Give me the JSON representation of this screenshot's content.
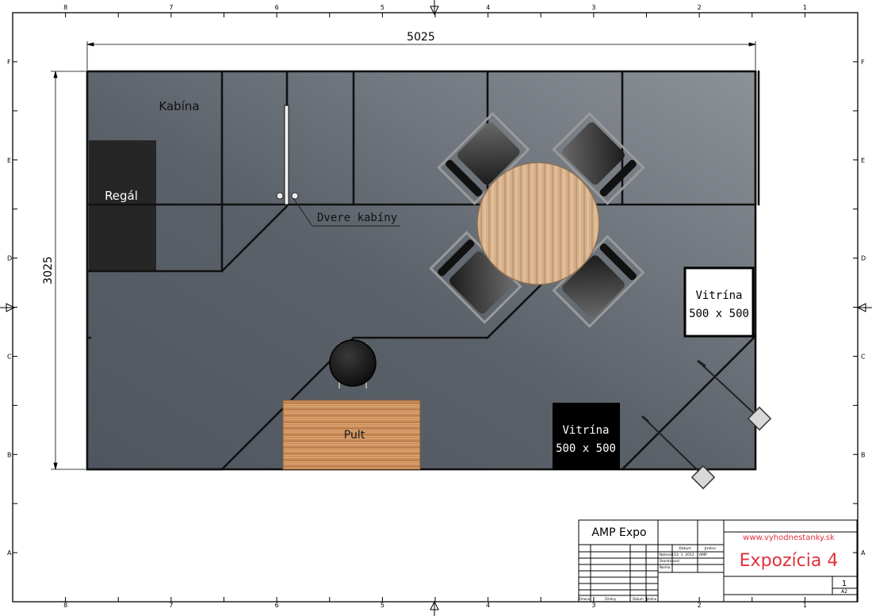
{
  "frame": {
    "column_labels": [
      "8",
      "7",
      "6",
      "5",
      "4",
      "3",
      "2",
      "1"
    ],
    "row_labels": [
      "F",
      "E",
      "D",
      "C",
      "B",
      "A"
    ]
  },
  "dimensions": {
    "width": "5025",
    "height": "3025"
  },
  "labels": {
    "cabin": "Kabína",
    "shelf": "Regál",
    "cabin_door": "Dvere kabíny",
    "vitrine_right_title": "Vitrína",
    "vitrine_right_size": "500 x 500",
    "vitrine_bottom_title": "Vitrína",
    "vitrine_bottom_size": "500 x 500",
    "counter": "Pult"
  },
  "title_block": {
    "company": "AMP Expo",
    "website": "www.vyhodnestanky.sk",
    "title": "Expozícia 4",
    "sheet_number": "1",
    "format": "A2",
    "col_date_header": "Datum",
    "col_name_header": "Jméno",
    "row1_label": "Nakreslil",
    "row1_date": "23. 1. 2012",
    "row1_name": "AMP",
    "row2_label": "Skontroloval",
    "row3_label": "Norma",
    "bottom_col1": "Zmena",
    "bottom_col2": "Změny",
    "bottom_col3": "Datum",
    "bottom_col4": "Jméno"
  },
  "colors": {
    "floor_dark": "#50565f",
    "floor_light": "#8b9098",
    "wall": "#111111",
    "shelf": "#262626",
    "title_red": "#e0323c",
    "counter_wood": "#c98a58",
    "table_wood": "#d9b48f"
  }
}
